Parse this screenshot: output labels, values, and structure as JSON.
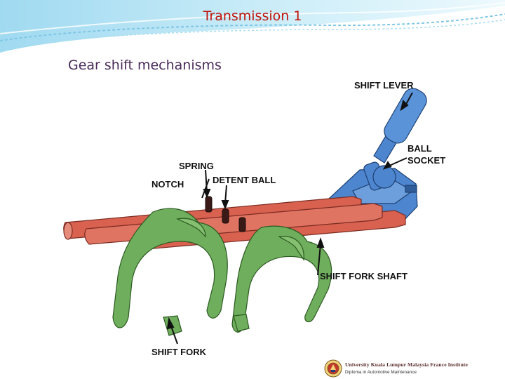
{
  "slide": {
    "title": "Transmission 1",
    "subtitle": "Gear shift mechanisms"
  },
  "figure": {
    "labels": {
      "shift_lever": "SHIFT LEVER",
      "ball_socket_1": "BALL",
      "ball_socket_2": "SOCKET",
      "spring": "SPRING",
      "notch": "NOTCH",
      "detent_ball": "DETENT BALL",
      "shift_fork_shaft": "SHIFT FORK SHAFT",
      "shift_fork": "SHIFT FORK"
    },
    "colors": {
      "shaft": "#d9614f",
      "fork": "#6fae5c",
      "lever": "#4d86cf"
    }
  },
  "footer": {
    "institution": "University Kuala Lumpur Malaysia France Institute",
    "program": "Diploma in Automotive Maintenance"
  }
}
